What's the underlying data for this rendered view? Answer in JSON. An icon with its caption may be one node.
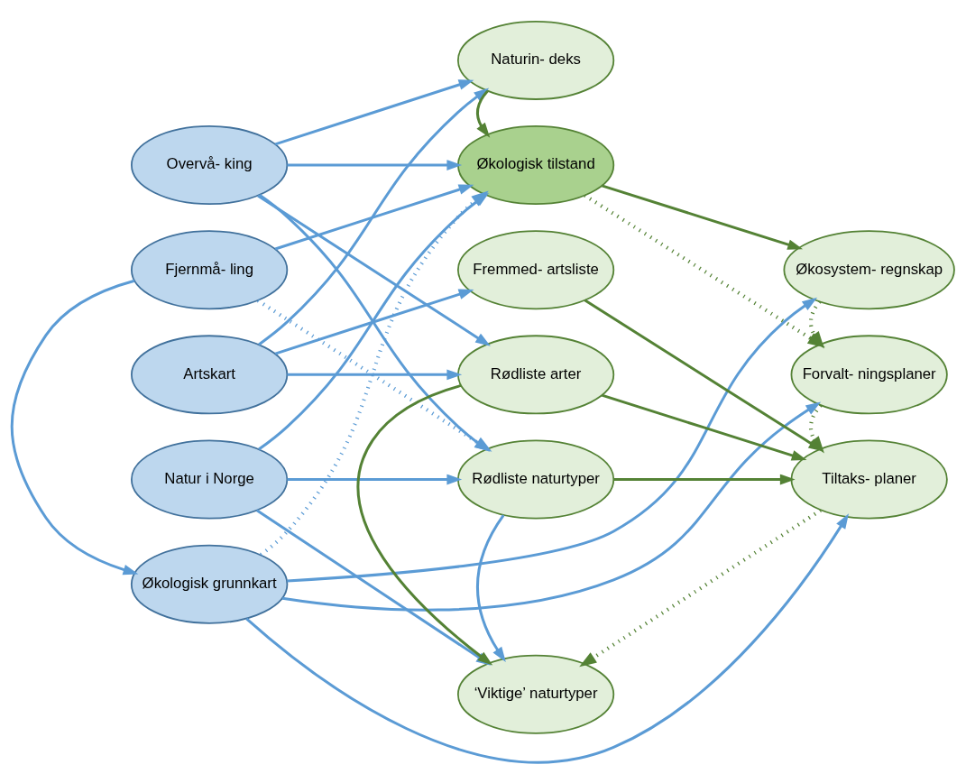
{
  "diagram": {
    "nodes": [
      {
        "text": [
          "Overvå- king"
        ]
      },
      {
        "text": [
          "Fjernmå- ling"
        ]
      },
      {
        "text": [
          "Artskart"
        ]
      },
      {
        "text": [
          "Natur i Norge"
        ]
      },
      {
        "text": [
          "Økologisk grunnkart"
        ]
      },
      {
        "text": [
          "Økologisk tilstand"
        ]
      },
      {
        "text": [
          "Naturin- deks"
        ]
      },
      {
        "text": [
          "Fremmed- artsliste"
        ]
      },
      {
        "text": [
          "Rødliste arter"
        ]
      },
      {
        "text": [
          "Rødliste naturtyper"
        ]
      },
      {
        "text": [
          "‘Viktige’ naturtyper"
        ]
      },
      {
        "text": [
          "Økosystem- regnskap"
        ]
      },
      {
        "text": [
          "Forvalt- ningsplaner"
        ]
      },
      {
        "text": [
          "Tiltaks- planer"
        ]
      }
    ],
    "edges": [
      {
        "from": 0,
        "to": 5,
        "arrow": "to"
      },
      {
        "from": 0,
        "to": 6,
        "arrow": "to"
      },
      {
        "from": 0,
        "to": 8,
        "arrow": "to"
      },
      {
        "from": 0,
        "to": 9,
        "arrow": "to"
      },
      {
        "from": 1,
        "to": 5,
        "arrow": "to"
      },
      {
        "from": 1,
        "to": 9,
        "arrow": "to",
        "style": "dashed"
      },
      {
        "from": 1,
        "to": 4,
        "arrow": "to"
      },
      {
        "from": 2,
        "to": 6,
        "arrow": "to"
      },
      {
        "from": 2,
        "to": 7,
        "arrow": "to"
      },
      {
        "from": 2,
        "to": 8,
        "arrow": "to"
      },
      {
        "from": 3,
        "to": 5,
        "arrow": "to"
      },
      {
        "from": 3,
        "to": 9,
        "arrow": "to"
      },
      {
        "from": 3,
        "to": 10,
        "arrow": "to"
      },
      {
        "from": 4,
        "to": 5,
        "arrow": "to",
        "style": "dashed"
      },
      {
        "from": 4,
        "to": 11,
        "arrow": "to"
      },
      {
        "from": 4,
        "to": 12,
        "arrow": "to"
      },
      {
        "from": 4,
        "to": 13,
        "arrow": "to"
      },
      {
        "from": 9,
        "to": 10,
        "arrow": "to"
      },
      {
        "from": 6,
        "to": 5,
        "arrow": "to",
        "color": "#548235"
      },
      {
        "from": 5,
        "to": 11,
        "arrow": "to",
        "color": "#548235"
      },
      {
        "from": 5,
        "to": 12,
        "arrow": "to",
        "style": "dashed",
        "color": "#548235"
      },
      {
        "from": 11,
        "to": 12,
        "arrow": "to",
        "style": "dashed",
        "color": "#548235"
      },
      {
        "from": 12,
        "to": 13,
        "arrow": "to",
        "style": "dashed",
        "color": "#548235"
      },
      {
        "from": 7,
        "to": 13,
        "arrow": "to",
        "color": "#548235"
      },
      {
        "from": 8,
        "to": 13,
        "arrow": "to",
        "color": "#548235"
      },
      {
        "from": 9,
        "to": 13,
        "arrow": "to",
        "color": "#548235"
      },
      {
        "from": 8,
        "to": 10,
        "arrow": "to",
        "color": "#548235"
      },
      {
        "from": 13,
        "to": 10,
        "arrow": "to",
        "style": "dashed",
        "color": "#548235"
      }
    ]
  }
}
